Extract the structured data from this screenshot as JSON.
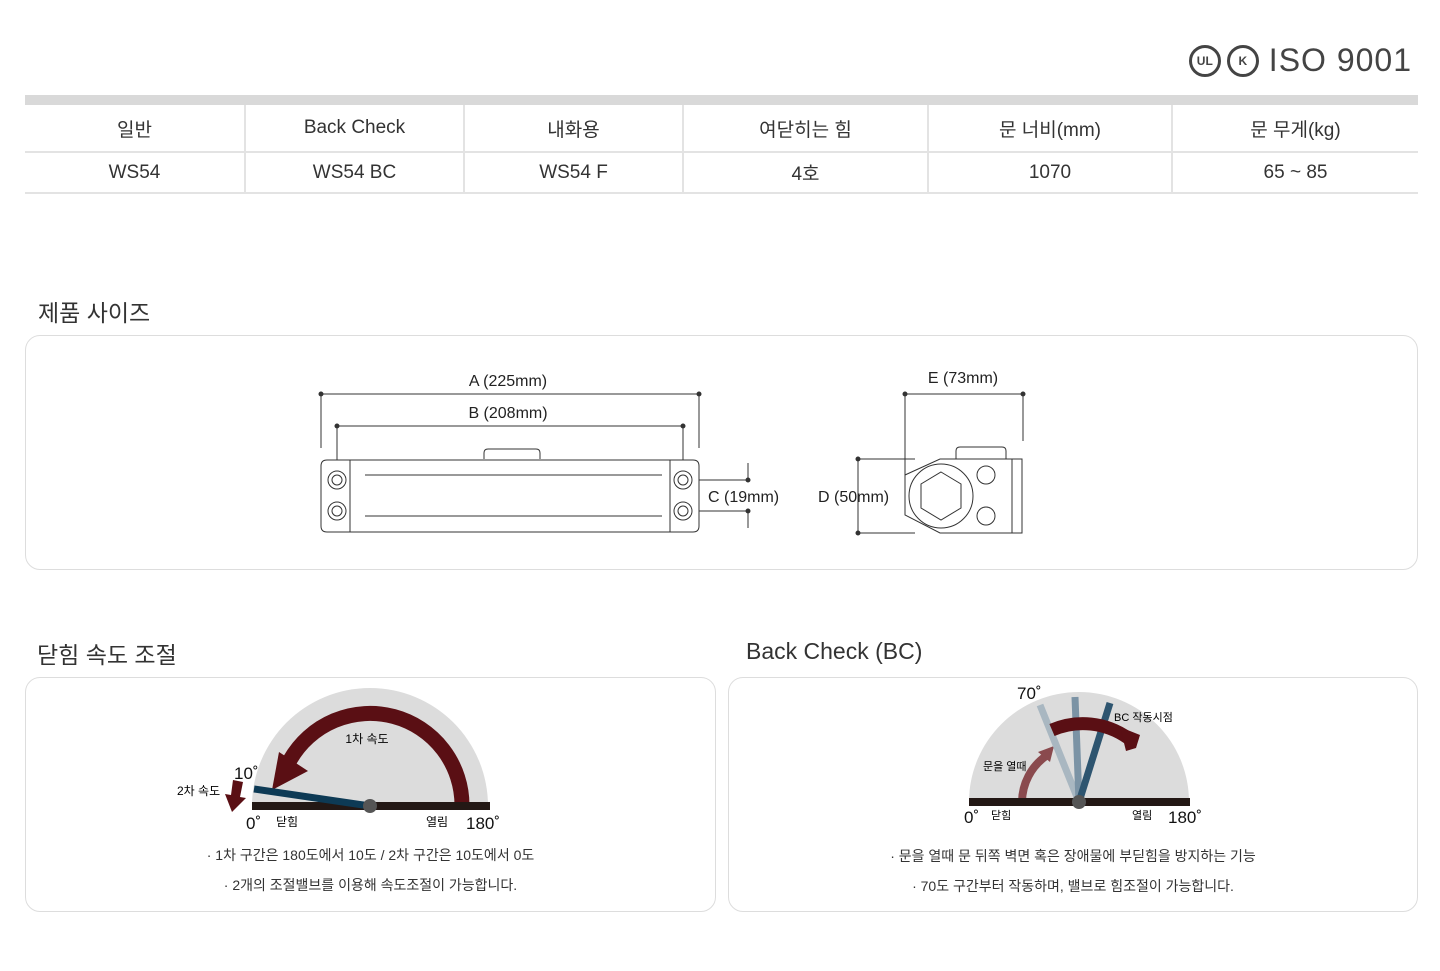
{
  "certifications": {
    "ul": "UL",
    "kc": "K",
    "iso": "ISO 9001"
  },
  "spec_table": {
    "headers": [
      "일반",
      "Back Check",
      "내화용",
      "여닫히는 힘",
      "문 너비(mm)",
      "문 무게(kg)"
    ],
    "row": [
      "WS54",
      "WS54 BC",
      "WS54 F",
      "4호",
      "1070",
      "65 ~ 85"
    ]
  },
  "product_size": {
    "title": "제품 사이즈",
    "dims": {
      "a": "A (225mm)",
      "b": "B (208mm)",
      "c": "C (19mm)",
      "d": "D (50mm)",
      "e": "E (73mm)"
    }
  },
  "closing_speed": {
    "title": "닫힘 속도 조절",
    "labels": {
      "speed1": "1차 속도",
      "speed2": "2차 속도",
      "deg10": "10˚",
      "deg0": "0˚",
      "deg180": "180˚",
      "closed": "닫힘",
      "open": "열림"
    },
    "notes": [
      "· 1차 구간은 180도에서 10도 / 2차 구간은 10도에서 0도",
      "· 2개의 조절밸브를 이용해 속도조절이 가능합니다."
    ]
  },
  "back_check": {
    "title": "Back Check (BC)",
    "labels": {
      "deg70": "70˚",
      "bc_start": "BC 작동시점",
      "opening": "문을 열때",
      "deg0": "0˚",
      "deg180": "180˚",
      "closed": "닫힘",
      "open": "열림"
    },
    "notes": [
      "· 문을 열때 문 뒤쪽 벽면 혹은 장애물에 부딛힘을 방지하는 기능",
      "· 70도 구간부터 작동하며, 밸브로 힘조절이 가능합니다."
    ]
  },
  "colors": {
    "arc": "#5a0f14",
    "needle": "#0d3a55",
    "gauge": "#dcdcdc",
    "base": "#231815"
  }
}
